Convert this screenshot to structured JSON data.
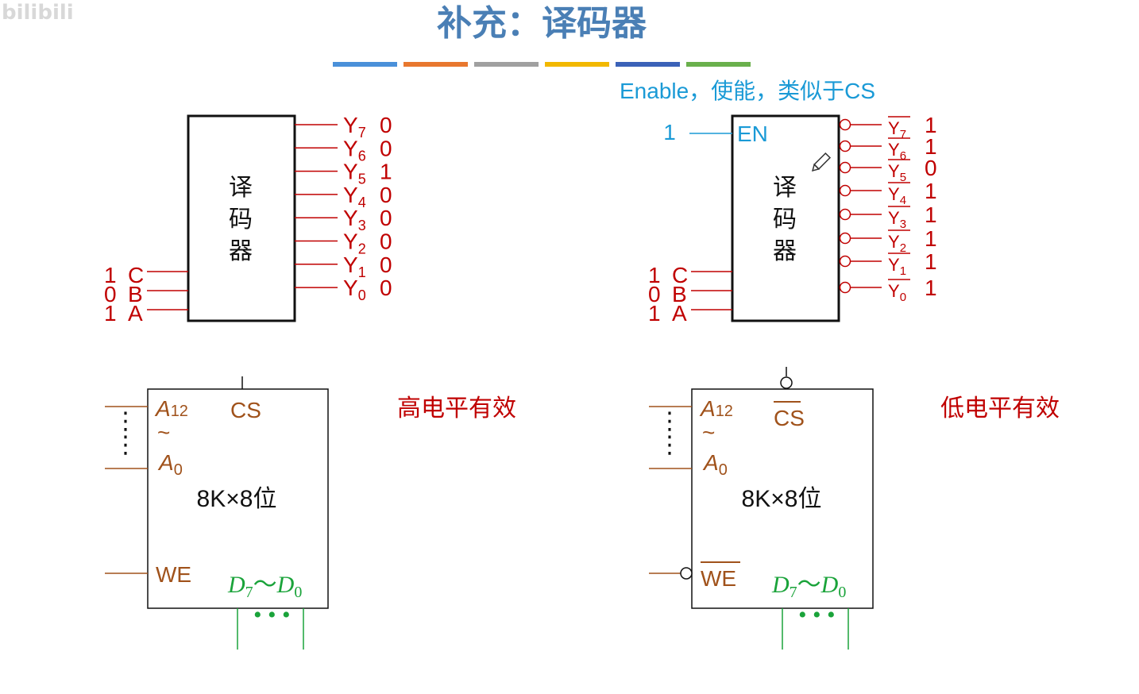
{
  "watermark": "bilibili",
  "title": "补充：译码器",
  "title_bar_colors": [
    "#4a90d9",
    "#e8772e",
    "#a0a0a0",
    "#f2b800",
    "#3b62b8",
    "#6ab04c"
  ],
  "enable_note": "Enable，使能，类似于CS",
  "decoder_label": [
    "译",
    "码",
    "器"
  ],
  "left_decoder": {
    "inputs": [
      {
        "value": "1",
        "name": "C"
      },
      {
        "value": "0",
        "name": "B"
      },
      {
        "value": "1",
        "name": "A"
      }
    ],
    "outputs": [
      {
        "name": "Y",
        "sub": "7",
        "value": "0"
      },
      {
        "name": "Y",
        "sub": "6",
        "value": "0"
      },
      {
        "name": "Y",
        "sub": "5",
        "value": "1"
      },
      {
        "name": "Y",
        "sub": "4",
        "value": "0"
      },
      {
        "name": "Y",
        "sub": "3",
        "value": "0"
      },
      {
        "name": "Y",
        "sub": "2",
        "value": "0"
      },
      {
        "name": "Y",
        "sub": "1",
        "value": "0"
      },
      {
        "name": "Y",
        "sub": "0",
        "value": "0"
      }
    ]
  },
  "right_decoder": {
    "en_value": "1",
    "en_label": "EN",
    "inputs": [
      {
        "value": "1",
        "name": "C"
      },
      {
        "value": "0",
        "name": "B"
      },
      {
        "value": "1",
        "name": "A"
      }
    ],
    "outputs": [
      {
        "name": "Y",
        "sub": "7",
        "value": "1"
      },
      {
        "name": "Y",
        "sub": "6",
        "value": "1"
      },
      {
        "name": "Y",
        "sub": "5",
        "value": "0"
      },
      {
        "name": "Y",
        "sub": "4",
        "value": "1"
      },
      {
        "name": "Y",
        "sub": "3",
        "value": "1"
      },
      {
        "name": "Y",
        "sub": "2",
        "value": "1"
      },
      {
        "name": "Y",
        "sub": "1",
        "value": "1"
      },
      {
        "name": "Y",
        "sub": "0",
        "value": "1"
      }
    ]
  },
  "chip_left": {
    "addr_hi": "A",
    "addr_hi_sub": "12",
    "tilde": "~",
    "addr_lo": "A",
    "addr_lo_sub": "0",
    "cs": "CS",
    "size": "8K×8位",
    "we": "WE",
    "data": "D",
    "data_hi_sub": "7",
    "data_sep": "～",
    "data_lo_sub": "0",
    "dots": "• • •",
    "caption": "高电平有效"
  },
  "chip_right": {
    "addr_hi": "A",
    "addr_hi_sub": "12",
    "tilde": "~",
    "addr_lo": "A",
    "addr_lo_sub": "0",
    "cs": "CS",
    "size": "8K×8位",
    "we": "WE",
    "data": "D",
    "data_hi_sub": "7",
    "data_sep": "～",
    "data_lo_sub": "0",
    "dots": "• • •",
    "caption": "低电平有效"
  }
}
